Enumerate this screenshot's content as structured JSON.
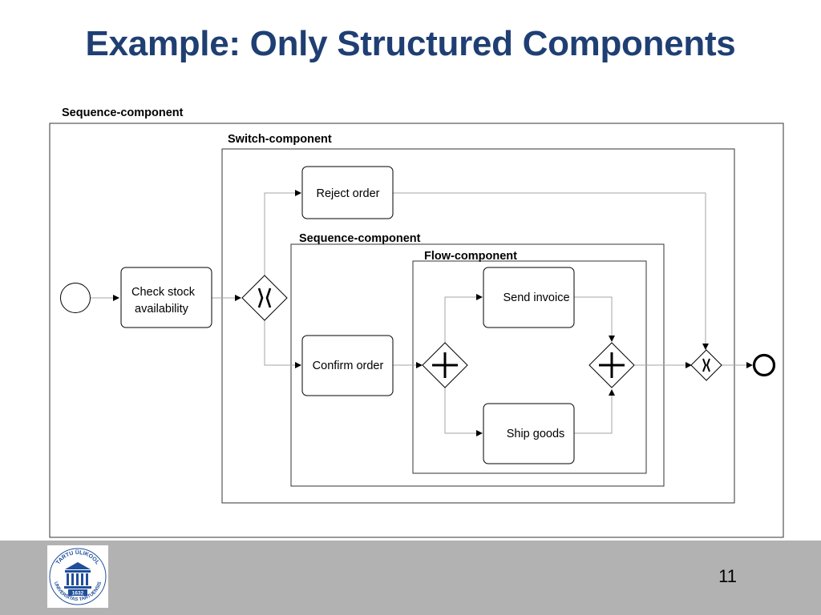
{
  "slide": {
    "title": "Example: Only Structured Components",
    "page_number": "11"
  },
  "diagram": {
    "components": {
      "outer_sequence": "Sequence-component",
      "switch": "Switch-component",
      "inner_sequence": "Sequence-component",
      "flow": "Flow-component"
    },
    "tasks": {
      "check_stock_line1": "Check stock",
      "check_stock_line2": "availability",
      "reject_order": "Reject order",
      "confirm_order": "Confirm order",
      "send_invoice": "Send invoice",
      "ship_goods": "Ship goods"
    },
    "gateway_markers": {
      "xor": "X",
      "and": "+"
    }
  },
  "logo": {
    "ring_text": "TARTU ÜLIKOOL · UNIVERSITAS TARTUENSIS",
    "year": "1632",
    "color": "#1f4e9a"
  },
  "colors": {
    "title": "#1f3f73",
    "footer": "#b2b2b2",
    "flow_line": "#a6a6a6"
  }
}
